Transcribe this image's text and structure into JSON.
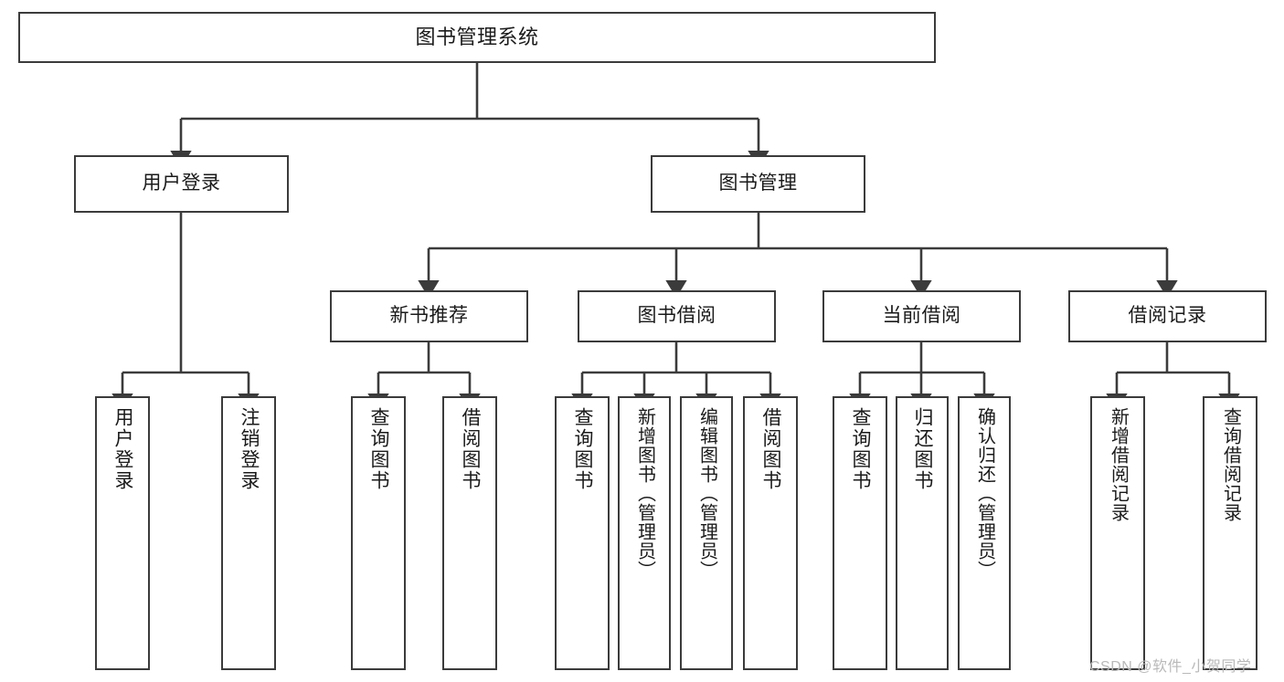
{
  "diagram": {
    "title": "图书管理系统",
    "type": "hierarchy-tree",
    "stroke_color": "#3b3b3b",
    "background_color": "#ffffff",
    "text_color": "#1a1a1a",
    "root": {
      "label": "图书管理系统"
    },
    "level2": [
      {
        "label": "用户登录"
      },
      {
        "label": "图书管理"
      }
    ],
    "level3": [
      {
        "label": "新书推荐"
      },
      {
        "label": "图书借阅"
      },
      {
        "label": "当前借阅"
      },
      {
        "label": "借阅记录"
      }
    ],
    "leaves": {
      "user_login": [
        {
          "label": "用户登录"
        },
        {
          "label": "注销登录"
        }
      ],
      "new_book_recommend": [
        {
          "label": "查询图书"
        },
        {
          "label": "借阅图书"
        }
      ],
      "book_borrow": [
        {
          "label": "查询图书"
        },
        {
          "label": "新增图书（管理员）"
        },
        {
          "label": "编辑图书（管理员）"
        },
        {
          "label": "借阅图书"
        }
      ],
      "current_borrow": [
        {
          "label": "查询图书"
        },
        {
          "label": "归还图书"
        },
        {
          "label": "确认归还（管理员）"
        }
      ],
      "borrow_record": [
        {
          "label": "新增借阅记录"
        },
        {
          "label": "查询借阅记录"
        }
      ]
    }
  },
  "watermark": {
    "text": "CSDN @软件_小贺同学"
  }
}
